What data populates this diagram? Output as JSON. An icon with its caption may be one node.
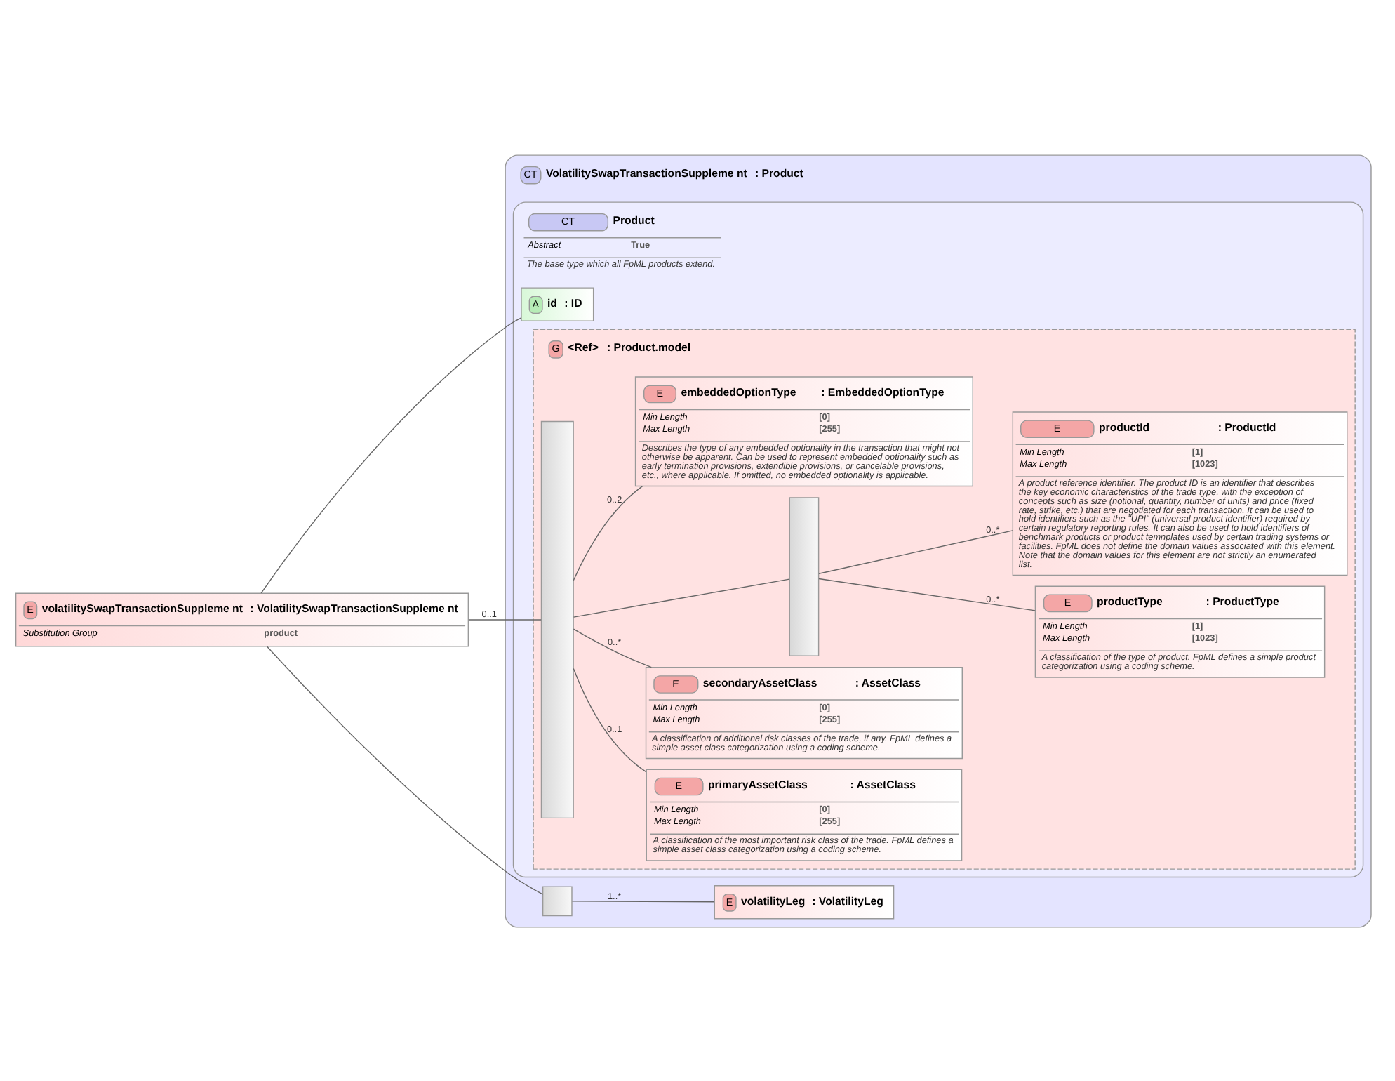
{
  "diagram": {
    "nodes": [
      {
        "text": [
          "E",
          "volatilitySwapTransactionSuppleme nt",
          ": VolatilitySwapTransactionSuppleme nt",
          "Substitution Group",
          "product"
        ]
      },
      {
        "text": [
          "CT",
          "VolatilitySwapTransactionSuppleme nt",
          ": Product"
        ]
      },
      {
        "text": [
          "CT",
          "Product",
          "Abstract",
          "True",
          "The base type which all FpML products extend."
        ],
        "in": 1
      },
      {
        "text": [
          "A",
          "id",
          ": ID"
        ],
        "in": 2
      },
      {
        "text": [
          "G",
          "<Ref>",
          ": Product.model"
        ],
        "in": 2
      },
      {
        "text": [],
        "shape": "box",
        "in": 4
      },
      {
        "text": [
          "E",
          "primaryAssetClass",
          ": AssetClass",
          "Min Length",
          "[0]",
          "Max Length",
          "[255]",
          "A classification of the most important risk class of the trade. FpML defines a simple asset class categorization using a coding scheme."
        ],
        "in": 4
      },
      {
        "text": [
          "E",
          "secondaryAssetClass",
          ": AssetClass",
          "Min Length",
          "[0]",
          "Max Length",
          "[255]",
          "A classification of additional risk classes of the trade, if any. FpML defines a simple asset class categorization using a coding scheme."
        ],
        "in": 4
      },
      {
        "text": [],
        "shape": "box",
        "in": 4
      },
      {
        "text": [
          "E",
          "productType",
          ": ProductType",
          "Min Length",
          "[1]",
          "Max Length",
          "[1023]",
          "A classification of the type of product. FpML defines a simple product categorization using a coding scheme."
        ],
        "in": 4
      },
      {
        "text": [
          "E",
          "productId",
          ": ProductId",
          "Min Length",
          "[1]",
          "Max Length",
          "[1023]",
          "A product reference identifier. The product ID is an identifier that describes the key economic characteristics of the trade type, with the exception of concepts such as size (notional, quantity, number of units) and price (fixed rate, strike, etc.) that are negotiated for each transaction. It can be used to hold identifiers such as the \"UPI\" (universal product identifier) required by certain regulatory reporting rules. It can also be used to hold identifiers of benchmark products or product temnplates used by certain trading systems or facilities. FpML does not define the domain values associated with this element. Note that the domain values for this element are not strictly an enumerated list."
        ],
        "in": 4
      },
      {
        "text": [
          "E",
          "embeddedOptionType",
          ": EmbeddedOptionType",
          "Min Length",
          "[0]",
          "Max Length",
          "[255]",
          "Describes the type of any embedded optionality in the transaction that might not otherwise be apparent. Can be used to represent embedded optionality such as early termination provisions, extendible provisions, or cancelable provisions, etc., where applicable. If omitted, no embedded optionality is applicable."
        ],
        "in": 4
      },
      {
        "text": [],
        "shape": "box",
        "in": 1
      },
      {
        "text": [
          "E",
          "volatilityLeg",
          ": VolatilityLeg"
        ],
        "in": 1
      }
    ],
    "edges": [
      {
        "from": 0,
        "to": 3,
        "arrow": "none"
      },
      {
        "from": 0,
        "to": 5,
        "arrow": "none",
        "label": "0..1"
      },
      {
        "from": 0,
        "to": 12,
        "arrow": "none"
      },
      {
        "from": 5,
        "to": 6,
        "arrow": "none",
        "label": "0..1"
      },
      {
        "from": 5,
        "to": 7,
        "arrow": "none",
        "label": "0..*"
      },
      {
        "from": 5,
        "to": 8,
        "arrow": "none"
      },
      {
        "from": 8,
        "to": 9,
        "arrow": "none",
        "label": "0..*"
      },
      {
        "from": 8,
        "to": 10,
        "arrow": "none",
        "label": "0..*"
      },
      {
        "from": 5,
        "to": 11,
        "arrow": "none",
        "label": "0..2"
      },
      {
        "from": 12,
        "to": 13,
        "arrow": "none",
        "label": "1..*"
      }
    ]
  }
}
